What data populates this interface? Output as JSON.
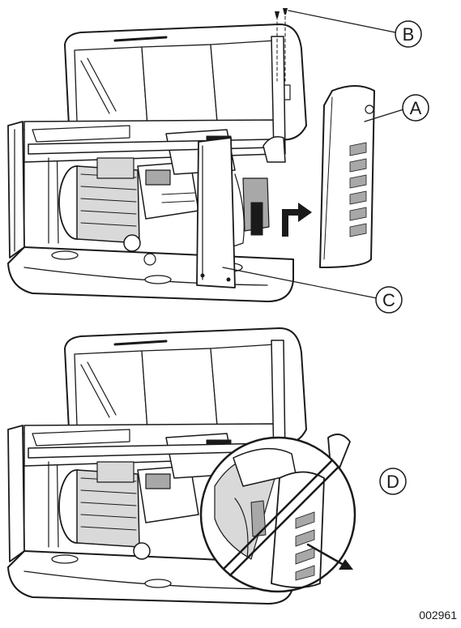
{
  "figure": {
    "callouts": {
      "a": "A",
      "b": "B",
      "c": "C",
      "d": "D"
    },
    "figure_number": "002961"
  }
}
